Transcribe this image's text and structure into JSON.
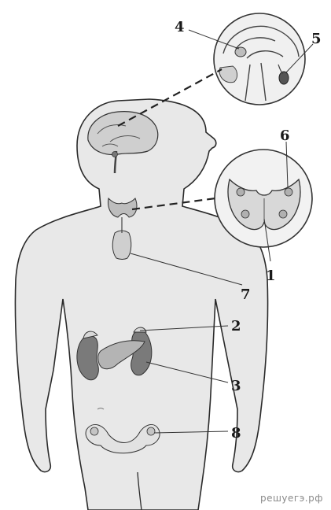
{
  "labels": {
    "l1": "1",
    "l2": "2",
    "l3": "3",
    "l4": "4",
    "l5": "5",
    "l6": "6",
    "l7": "7",
    "l8": "8"
  },
  "watermark": "решуегэ.рф",
  "colors": {
    "outline": "#2a2a2a",
    "body_fill": "#e8e8e8",
    "organ_dark": "#7a7a7a",
    "organ_mid": "#b4b4b4",
    "organ_light": "#d2d2d2"
  }
}
